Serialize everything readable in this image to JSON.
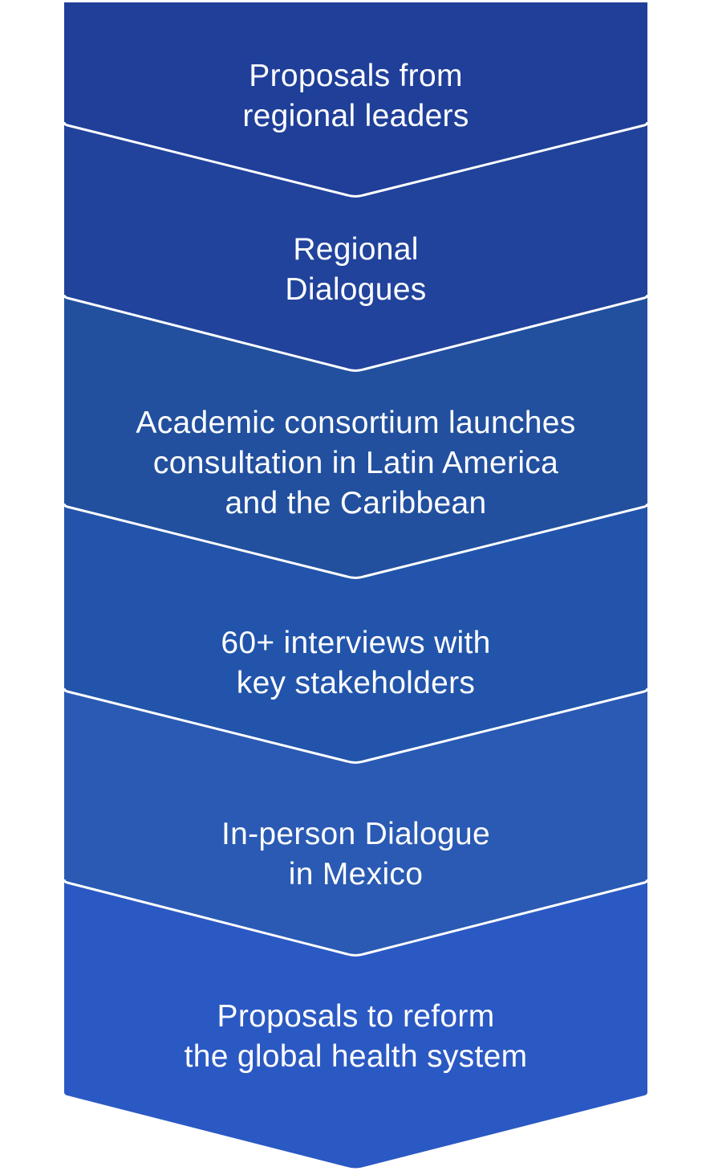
{
  "steps": [
    {
      "lines": [
        "Proposals from",
        "regional leaders"
      ],
      "color": "#1f3f99"
    },
    {
      "lines": [
        "Regional",
        "Dialogues"
      ],
      "color": "#21439c"
    },
    {
      "lines": [
        "Academic consortium launches",
        "consultation in Latin America",
        "and the Caribbean"
      ],
      "color": "#22509f"
    },
    {
      "lines": [
        "60+ interviews with",
        "key stakeholders"
      ],
      "color": "#2254ab"
    },
    {
      "lines": [
        "In-person Dialogue",
        "in Mexico"
      ],
      "color": "#2a5ab3"
    },
    {
      "lines": [
        "Proposals to reform",
        "the global health system"
      ],
      "color": "#2b59c3"
    }
  ]
}
